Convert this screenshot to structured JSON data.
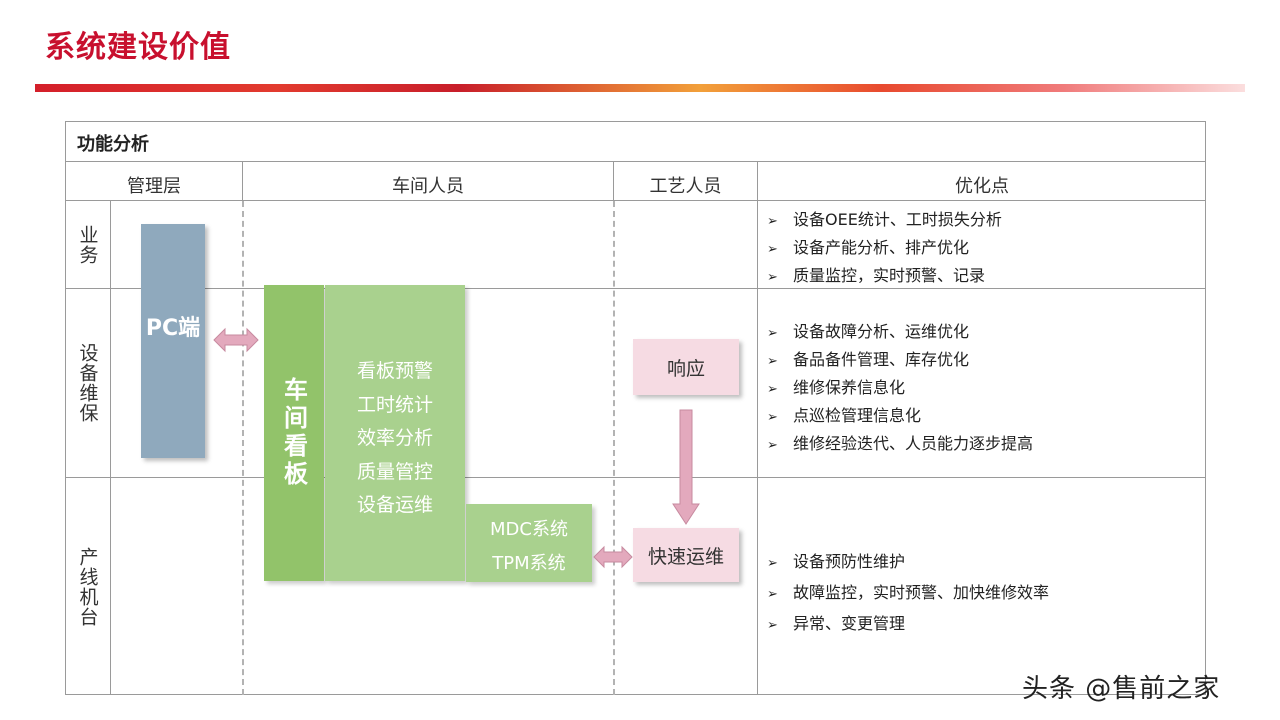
{
  "page": {
    "title": "系统建设价值",
    "section_title": "功能分析",
    "watermark": "头条 @售前之家"
  },
  "columns": [
    "管理层",
    "车间人员",
    "工艺人员",
    "优化点"
  ],
  "rows": [
    "业务",
    "设备维保",
    "产线机台"
  ],
  "blocks": {
    "pc": "PC端",
    "board_title": "车间看板",
    "board_items": [
      "看板预警",
      "工时统计",
      "效率分析",
      "质量管控",
      "设备运维"
    ],
    "mdc_items": [
      "MDC系统",
      "TPM系统"
    ],
    "response": "响应",
    "fast_ops": "快速运维"
  },
  "optimization": {
    "business": [
      "设备OEE统计、工时损失分析",
      "设备产能分析、排产优化",
      "质量监控，实时预警、记录"
    ],
    "maintenance": [
      "设备故障分析、运维优化",
      "备品备件管理、库存优化",
      "维修保养信息化",
      "点巡检管理信息化",
      "维修经验迭代、人员能力逐步提高"
    ],
    "production": [
      "设备预防性维护",
      "故障监控，实时预警、加快维修效率",
      "异常、变更管理"
    ]
  },
  "bullet_glyph": "➢",
  "colors": {
    "title": "#c8102e",
    "pc_block": "#8fa9bd",
    "board_dark": "#92c36a",
    "board_light": "#a9d18e",
    "pink_box": "#f6dbe3",
    "arrow": "#e3a9bd"
  }
}
